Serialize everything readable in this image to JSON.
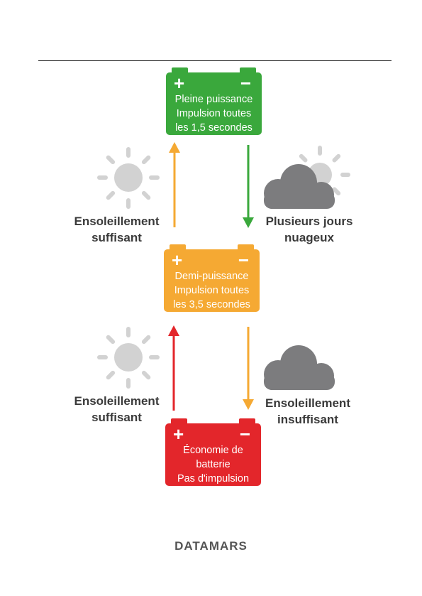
{
  "states": [
    {
      "plus": "+",
      "minus": "−",
      "lines": [
        "Pleine puissance",
        "Impulsion toutes",
        "les 1,5 secondes"
      ]
    },
    {
      "plus": "+",
      "minus": "−",
      "lines": [
        "Demi-puissance",
        "Impulsion toutes",
        "les 3,5 secondes"
      ]
    },
    {
      "plus": "+",
      "minus": "−",
      "lines": [
        "Économie de",
        "batterie",
        "Pas d'impulsion"
      ]
    }
  ],
  "transitions": {
    "upper_left": [
      "Ensoleillement",
      "suffisant"
    ],
    "upper_right": [
      "Plusieurs jours",
      "nuageux"
    ],
    "lower_left": [
      "Ensoleillement",
      "suffisant"
    ],
    "lower_right": [
      "Ensoleillement",
      "insuffisant"
    ]
  },
  "logo": "DATAMARS",
  "colors": {
    "full": "#3aa83c",
    "half": "#f5a933",
    "saving": "#e3262b",
    "cloud": "#7c7c7e",
    "sun": "#d2d2d2"
  },
  "icons": [
    "sun-icon",
    "cloud-icon",
    "sun-behind-cloud-icon"
  ]
}
